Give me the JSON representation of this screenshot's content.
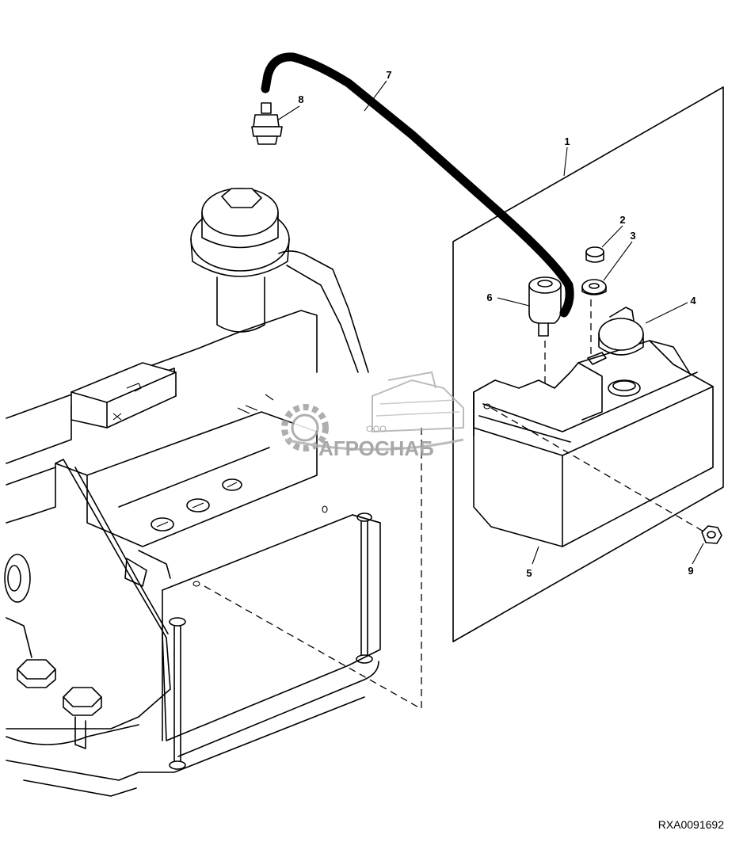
{
  "figure": {
    "reference_code": "RXA0091692",
    "callouts": [
      "1",
      "2",
      "3",
      "4",
      "5",
      "6",
      "7",
      "8",
      "9"
    ]
  },
  "watermark": {
    "prefix": "ООО",
    "brand": "АГРОСНАБ",
    "color": "#9a9a9a"
  },
  "colors": {
    "line": "#000000",
    "background": "#ffffff"
  }
}
